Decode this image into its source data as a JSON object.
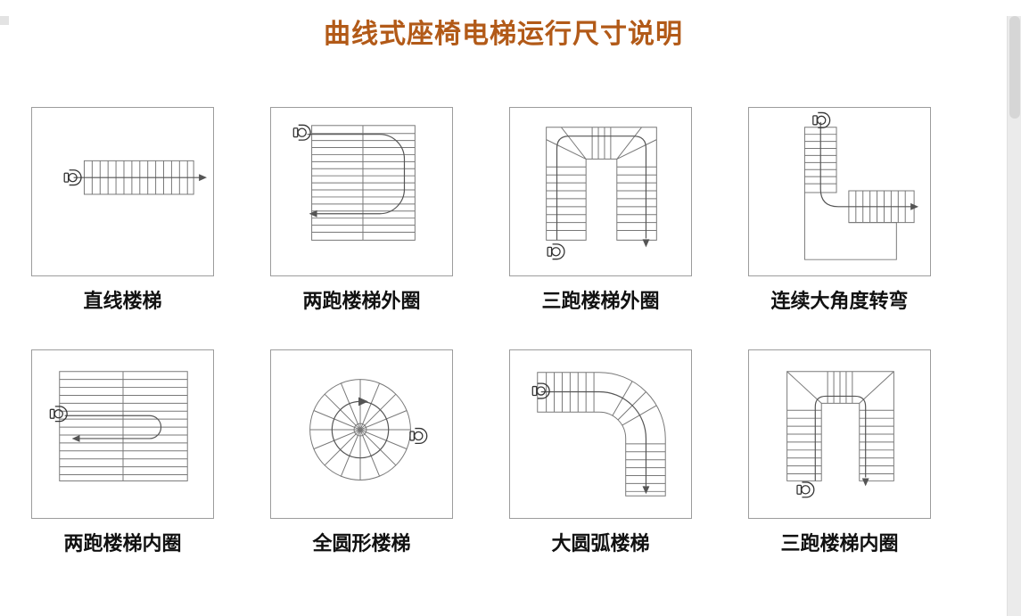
{
  "page": {
    "title": "曲线式座椅电梯运行尺寸说明",
    "title_color": "#b25a18",
    "label_color": "#111111",
    "drawing_line_color": "#787878",
    "frame_border_color": "#9c9c9c",
    "background_color": "#ffffff"
  },
  "diagrams": [
    {
      "label": "直线楼梯",
      "icon": "straight-staircase-plan-icon"
    },
    {
      "label": "两跑楼梯外圈",
      "icon": "two-run-outer-staircase-plan-icon"
    },
    {
      "label": "三跑楼梯外圈",
      "icon": "three-run-outer-staircase-plan-icon"
    },
    {
      "label": "连续大角度转弯",
      "icon": "continuous-sharp-turn-staircase-plan-icon"
    },
    {
      "label": "两跑楼梯内圈",
      "icon": "two-run-inner-staircase-plan-icon"
    },
    {
      "label": "全圆形楼梯",
      "icon": "full-circle-staircase-plan-icon"
    },
    {
      "label": "大圆弧楼梯",
      "icon": "large-arc-staircase-plan-icon"
    },
    {
      "label": "三跑楼梯内圈",
      "icon": "three-run-inner-staircase-plan-icon"
    }
  ]
}
